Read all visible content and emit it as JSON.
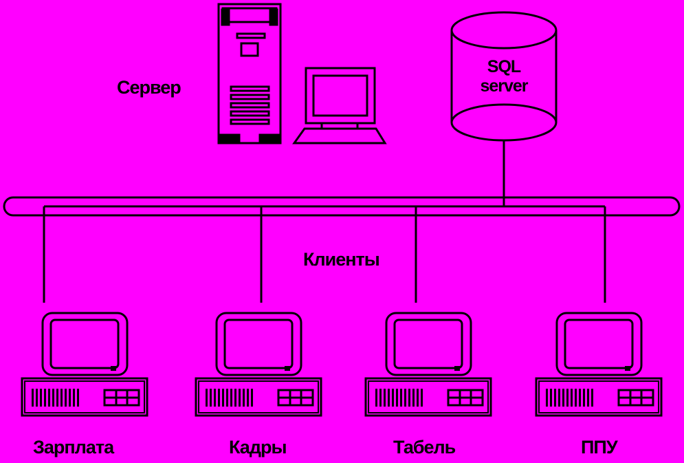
{
  "colors": {
    "background": "#ff00ff",
    "stroke": "#000000"
  },
  "labels": {
    "server": "Сервер",
    "clients": "Клиенты",
    "db_line1": "SQL",
    "db_line2": "server"
  },
  "clients": [
    {
      "name": "Зарплата",
      "icon": "computer-icon"
    },
    {
      "name": "Кадры",
      "icon": "computer-icon"
    },
    {
      "name": "Табель",
      "icon": "computer-icon"
    },
    {
      "name": "ППУ",
      "icon": "computer-icon"
    }
  ]
}
